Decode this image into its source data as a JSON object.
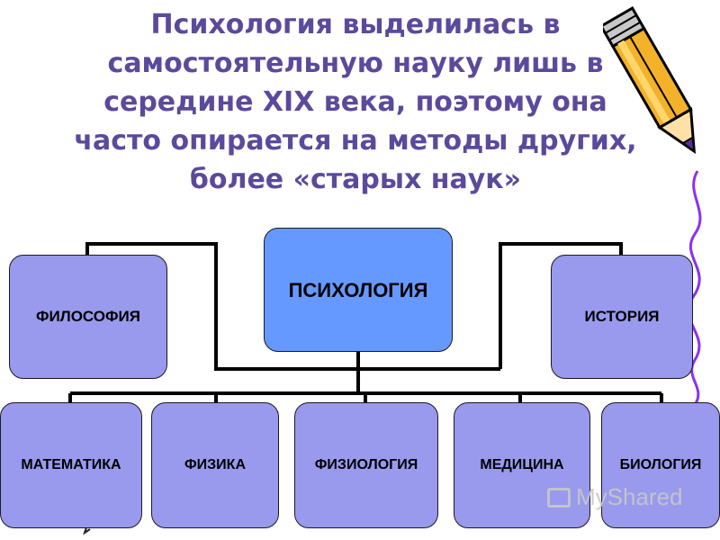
{
  "slide": {
    "title_lines": [
      "Психология выделилась в",
      "самостоятельную науку лишь в",
      "середине XIX века, поэтому она",
      "часто опирается на методы других,",
      "более «старых наук»"
    ]
  },
  "diagram": {
    "center": "ПСИХОЛОГИЯ",
    "left": "ФИЛОСОФИЯ",
    "right": "ИСТОРИЯ",
    "bottom": [
      "МАТЕМАТИКА",
      "ФИЗИКА",
      "ФИЗИОЛОГИЯ",
      "МЕДИЦИНА",
      "БИОЛОГИЯ"
    ]
  },
  "colors": {
    "title": "#5b4a9b",
    "center_box": "#6699ff",
    "other_boxes": "#9999ee",
    "squiggle": "#8833ee"
  },
  "watermark": "MyShared",
  "icons": [
    "pencil-icon",
    "presentation-icon"
  ]
}
